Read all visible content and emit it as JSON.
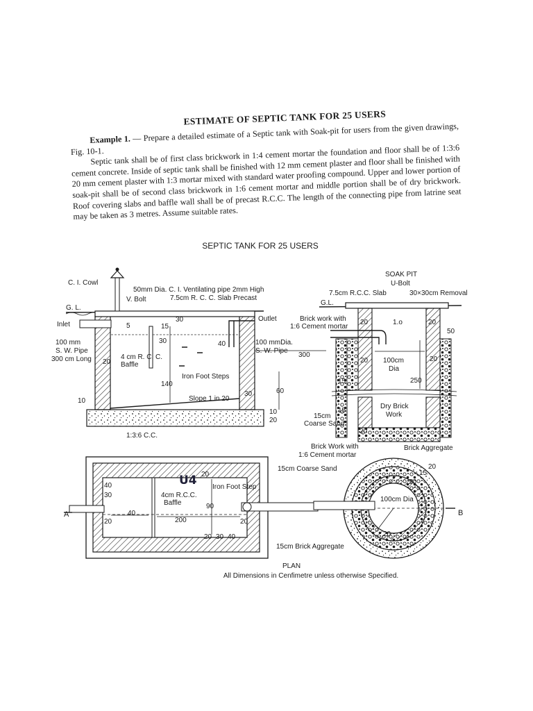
{
  "document": {
    "title": "ESTIMATE OF SEPTIC TANK FOR 25 USERS",
    "example_label": "Example 1.",
    "example_text": " — Prepare a detailed estimate of a Septic tank with Soak-pit for users from the given drawings, Fig. 10-1.",
    "spec_text": "Septic tank shall be of first class brickwork in 1:4 cement mortar the foundation and floor shall be of 1:3:6 cement concrete. Inside of septic tank shall be finished with 12 mm cement plaster and floor shall be finished with 20 mm cement plaster with 1:3 mortar mixed with standard water proofing compound. Upper and lower portion of soak-pit shall be of second class brickwork in 1:6 cement mortar and middle portion shall be of dry brickwork. Roof covering slabs and baffle wall shall be of precast R.C.C. The length of the connecting pipe from latrine seat may be taken as 3 metres. Assume suitable rates."
  },
  "figure": {
    "heading": "SEPTIC TANK FOR 25 USERS",
    "section_labels": {
      "cowl": "C. I. Cowl",
      "vent_pipe": "50mm Dia. C. I. Ventilating pipe 2mm High",
      "v_bolt": "V. Bolt",
      "slab": "7.5cm R. C. C. Slab Precast",
      "gl": "G. L.",
      "inlet": "Inlet",
      "outlet": "Outlet",
      "pipe_in_1": "100 mm",
      "pipe_in_2": "S. W. Pipe",
      "pipe_in_3": "300 cm Long",
      "pipe_out_1": "100 mmDia.",
      "pipe_out_2": "S. W. Pipe",
      "baffle_1": "4 cm R. C. C.",
      "baffle_2": "Baffle",
      "steps": "Iron Foot Steps",
      "slope": "Slope 1 in 20",
      "cc": "1:3:6 C.C."
    },
    "section_dims": [
      "30",
      "5",
      "15",
      "30",
      "40",
      "20",
      "140",
      "60",
      "10",
      "30",
      "10",
      "20",
      "300"
    ],
    "soak_labels": {
      "title": "SOAK PIT",
      "u_bolt": "U-Bolt",
      "slab": "7.5cm R.C.C. Slab",
      "removal": "30×30cm Removal",
      "gl": "G.L.",
      "brick_top_1": "Brick work with",
      "brick_top_2": "1:6 Cement mortar",
      "dia": "100cm",
      "dia2": "Dia",
      "dry_1": "Dry Brick",
      "dry_2": "Work",
      "sand_1": "15cm",
      "sand_2": "Coarse Sand",
      "brick_bot_1": "Brick Work with",
      "brick_bot_2": "1:6 Cement mortar",
      "aggregate": "Brick Aggregate"
    },
    "soak_dims": [
      "20",
      "1.o",
      "20",
      "50",
      "20",
      "20",
      "250",
      "15",
      "15",
      "20"
    ],
    "plan_labels": {
      "steps": "Iron Foot Step",
      "baffle_1": "4cm R.C.C.",
      "baffle_2": "Baffle",
      "handwriting": "U4",
      "a": "A",
      "b": "B",
      "coarse_sand": "15cm Coarse Sand",
      "dia": "100cm Dia",
      "aggregate": "15cm Brick Aggregate",
      "plan": "PLAN",
      "note": "All Dimensions in Cenfimetre unless otherwise Specified."
    },
    "plan_dims": [
      "40",
      "30",
      "20",
      "40",
      "200",
      "90",
      "20",
      "30",
      "40",
      "20",
      "20",
      "20",
      "15",
      "20"
    ]
  }
}
